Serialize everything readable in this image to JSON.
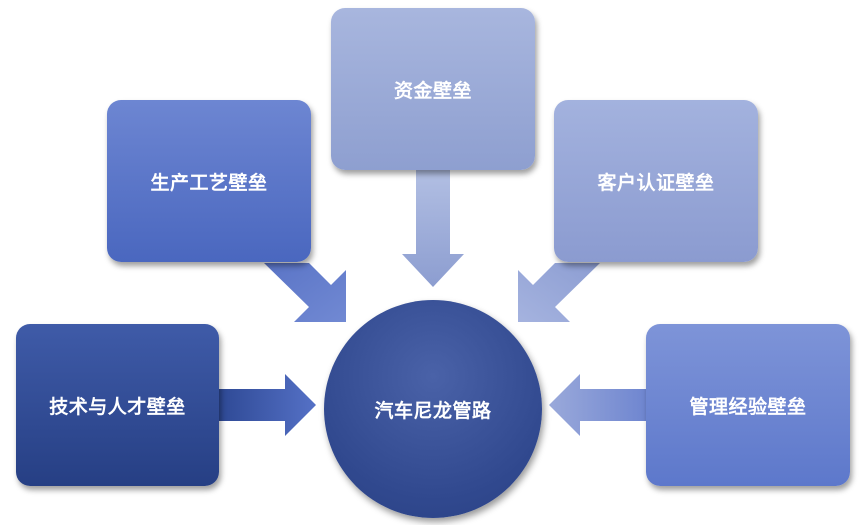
{
  "diagram": {
    "center": {
      "label": "汽车尼龙管路"
    },
    "barriers": {
      "funds": "资金壁垒",
      "production": "生产工艺壁垒",
      "customer": "客户认证壁垒",
      "tech": "技术与人才壁垒",
      "management": "管理经验壁垒"
    }
  },
  "colors": {
    "center": "#30488e",
    "funds": "#9aa9d6",
    "production": "#5a75c8",
    "customer": "#97a7d6",
    "tech": "#30498f",
    "management": "#6d85d1",
    "shadow": "#000000"
  }
}
